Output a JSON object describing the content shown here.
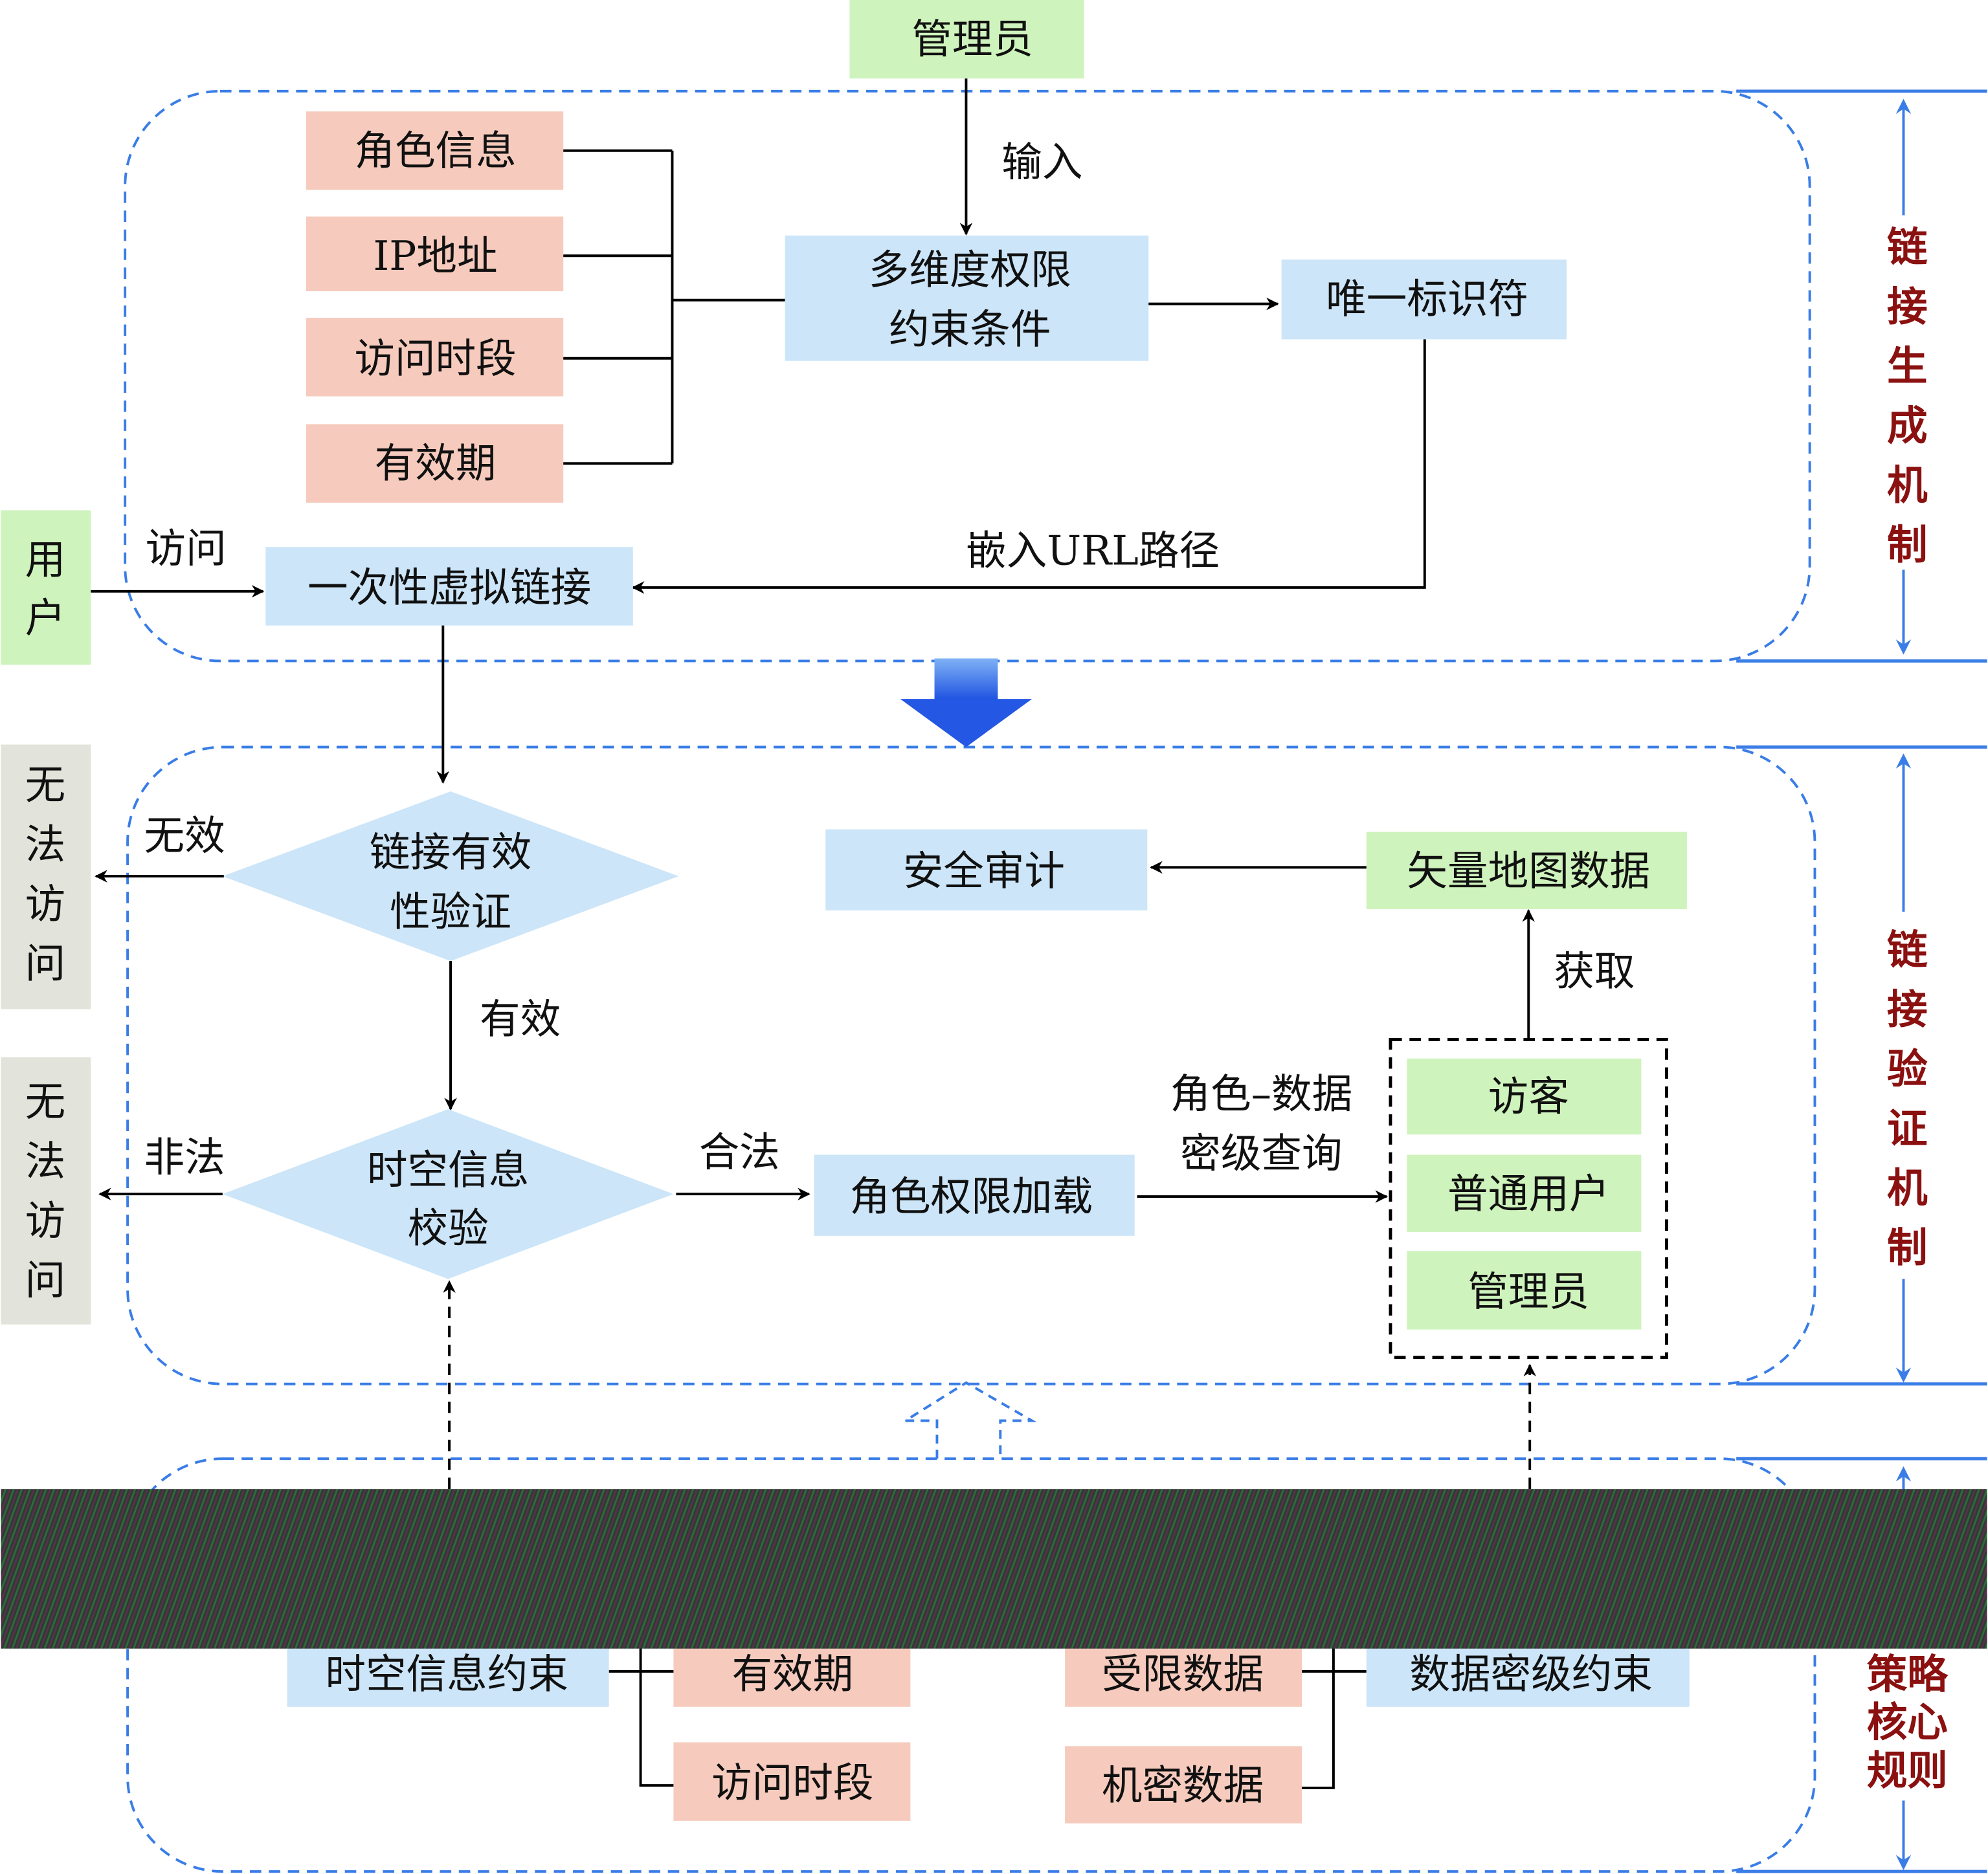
{
  "colors": {
    "pink": "#f6cbbd",
    "blue": "#cce5f8",
    "green": "#cff3bd",
    "gray": "#e2e3da",
    "dash": "#3a7de6",
    "side_text": "#8b1010"
  },
  "top": {
    "admin": "管理员",
    "input_label": "输入",
    "constraints": [
      "角色信息",
      "IP地址",
      "访问时段",
      "有效期"
    ],
    "multi_constraint": [
      "多维度权限",
      "约束条件"
    ],
    "unique_id": "唯一标识符",
    "embed_label": "嵌入URL路径",
    "user": [
      "用",
      "户"
    ],
    "access_label": "访问",
    "one_time_link": "一次性虚拟链接",
    "side_title": [
      "链",
      "接",
      "生",
      "成",
      "机",
      "制"
    ]
  },
  "middle": {
    "diamond1": [
      "链接有效",
      "性验证"
    ],
    "invalid_label": "无效",
    "no_access_1": [
      "无",
      "法",
      "访",
      "问"
    ],
    "valid_label": "有效",
    "diamond2": [
      "时空信息",
      "校验"
    ],
    "illegal_label": "非法",
    "no_access_2": [
      "无",
      "法",
      "访",
      "问"
    ],
    "legal_label": "合法",
    "role_load": "角色权限加载",
    "query_label": [
      "角色–数据",
      "密级查询"
    ],
    "roles": [
      "访客",
      "普通用户",
      "管理员"
    ],
    "fetch_label": "获取",
    "map_data": "矢量地图数据",
    "audit": "安全审计",
    "side_title": [
      "链",
      "接",
      "验",
      "证",
      "机",
      "制"
    ]
  },
  "bottom": {
    "spatial": "时空信息约束",
    "validity": "有效期",
    "period": "访问时段",
    "restricted": "受限数据",
    "secret": "机密数据",
    "level": "数据密级约束",
    "side_title": [
      "策略",
      "核心",
      "规则"
    ]
  }
}
